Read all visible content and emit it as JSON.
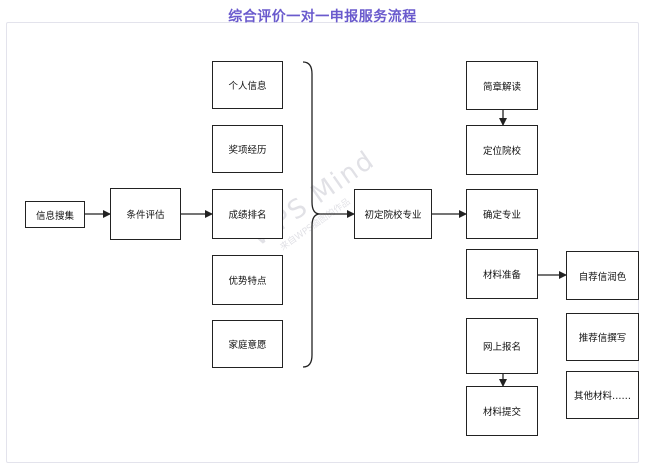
{
  "title": "综合评价一对一申报服务流程",
  "watermark": {
    "main": "WPS Mind",
    "sub": "来自WPS脑图的作品"
  },
  "nodes": {
    "info_collect": "信息搜集",
    "condition_eval": "条件评估",
    "personal_info": "个人信息",
    "awards": "奖项经历",
    "ranking": "成绩排名",
    "strengths": "优势特点",
    "family_wish": "家庭意愿",
    "initial_major": "初定院校专业",
    "brochure": "简章解读",
    "position_school": "定位院校",
    "confirm_major": "确定专业",
    "materials_prep": "材料准备",
    "online_apply": "网上报名",
    "submit_materials": "材料提交",
    "self_recommend": "自荐信润色",
    "recommend_letter": "推荐信撰写",
    "other_materials": "其他材料……"
  },
  "colors": {
    "title": "#6a5acd",
    "line": "#222222",
    "frame": "#e3e3ec"
  }
}
